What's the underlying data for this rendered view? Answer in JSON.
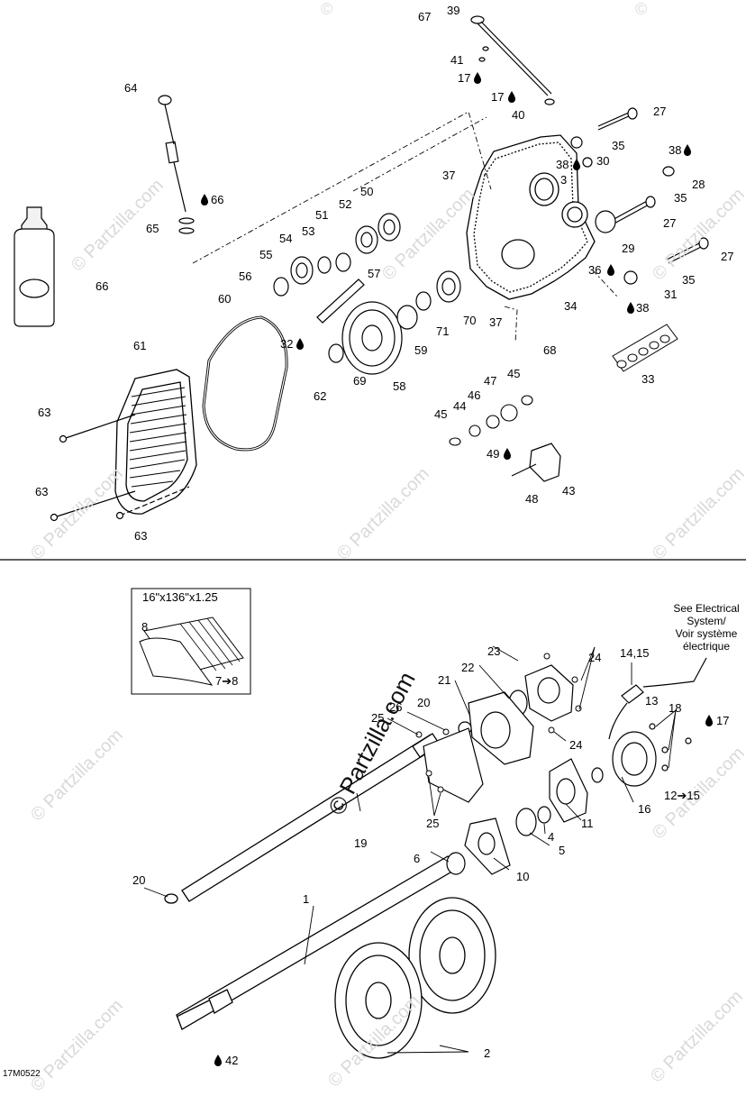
{
  "watermark": {
    "text": "© Partzilla.com",
    "corner_mark": "©"
  },
  "center_watermark": "© Partzilla.com",
  "diagram_code": "17M0522",
  "inset": {
    "title": "16\"x136\"x1.25",
    "label_8": "8",
    "label_7_8": "7➔8"
  },
  "electrical_note": {
    "line1": "See Electrical",
    "line2": "System/",
    "line3": "Voir système",
    "line4": "électrique"
  },
  "callouts": {
    "c39": "39",
    "c67": "67",
    "c41": "41",
    "c17a": "17",
    "c17b": "17",
    "c40": "40",
    "c64": "64",
    "c27a": "27",
    "c35a": "35",
    "c30": "30",
    "c38a": "38",
    "c38b": "38",
    "c28": "28",
    "c35b": "35",
    "c3": "3",
    "c37a": "37",
    "c66a": "66",
    "c65": "65",
    "c52": "52",
    "c50": "50",
    "c51": "51",
    "c53": "53",
    "c54": "54",
    "c55": "55",
    "c27b": "27",
    "c29": "29",
    "c27c": "27",
    "c36": "36",
    "c35c": "35",
    "c31": "31",
    "c38c": "38",
    "c66b": "66",
    "c56": "56",
    "c57": "57",
    "c60": "60",
    "c70": "70",
    "c37b": "37",
    "c34": "34",
    "c71": "71",
    "c68": "68",
    "c61": "61",
    "c32": "32",
    "c59": "59",
    "c62": "62",
    "c69": "69",
    "c58": "58",
    "c33": "33",
    "c47": "47",
    "c45a": "45",
    "c46": "46",
    "c44": "44",
    "c45b": "45",
    "c63a": "63",
    "c49": "49",
    "c43": "43",
    "c48": "48",
    "c63b": "63",
    "c63c": "63",
    "c14_15": "14,15",
    "c23": "23",
    "c24a": "24",
    "c22": "22",
    "c21": "21",
    "c26": "26",
    "c20a": "20",
    "c25a": "25",
    "c13": "13",
    "c18": "18",
    "c17c": "17",
    "c24b": "24",
    "c12_15": "12➔15",
    "c16": "16",
    "c11": "11",
    "c25b": "25",
    "c4": "4",
    "c19": "19",
    "c5": "5",
    "c6": "6",
    "c10": "10",
    "c20b": "20",
    "c1": "1",
    "c42": "42",
    "c2": "2"
  },
  "icons": {
    "drop": "oil-drop-icon"
  }
}
